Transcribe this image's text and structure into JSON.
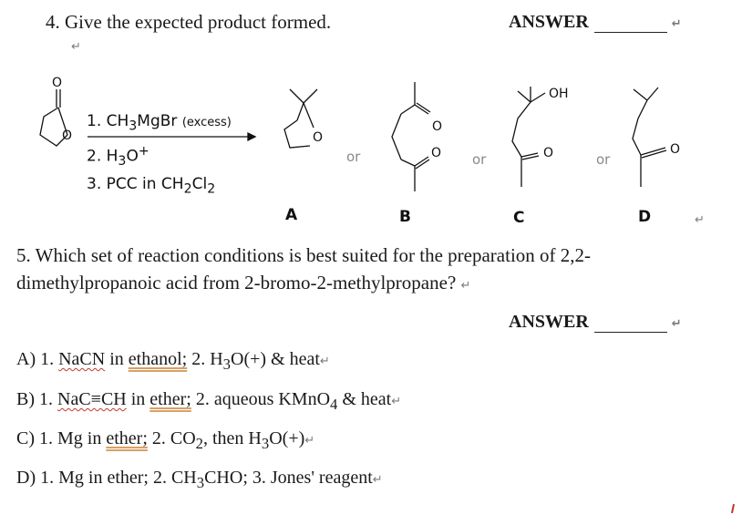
{
  "q4": {
    "question": "4. Give the expected product formed.",
    "answer_label": "ANSWER",
    "reagents": {
      "step1_prefix": "1. CH",
      "step1_sub1": "3",
      "step1_mid": "MgBr ",
      "step1_note": "(excess)",
      "step2_prefix": "2. H",
      "step2_sub": "3",
      "step2_mid": "O",
      "step2_sup": "+",
      "step3_prefix": "3. PCC in CH",
      "step3_sub1": "2",
      "step3_mid": "Cl",
      "step3_sub2": "2"
    },
    "or_text": "or",
    "choice_labels": [
      "A",
      "B",
      "C",
      "D"
    ],
    "atom_O": "O",
    "atom_OH": "OH"
  },
  "q5": {
    "question_line1": "5. Which set of reaction conditions is best suited for the preparation of 2,2-",
    "question_line2": "dimethylpropanoic acid from 2-bromo-2-methylpropane?",
    "answer_label": "ANSWER",
    "options": {
      "A": {
        "p1": "A) 1. ",
        "u1": "NaCN",
        "p2": " in ",
        "u2": "ethanol;",
        "p3": "  2. H",
        "s1": "3",
        "p4": "O(+) & heat"
      },
      "B": {
        "p1": "B) 1. ",
        "u1": "NaC≡CH",
        "p2": " in ",
        "u2": "ether;",
        "p3": "  2. aqueous KMnO",
        "s1": "4",
        "p4": " & heat"
      },
      "C": {
        "p1": "C) 1. Mg in ",
        "u1": "ether;",
        "p2": "  2. CO",
        "s1": "2",
        "p3": ", then H",
        "s2": "3",
        "p4": "O(+)"
      },
      "D": {
        "p1": "D) 1. Mg in ether;   2. CH",
        "s1": "3",
        "p2": "CHO;   3. Jones' reagent"
      }
    }
  },
  "return_mark": "↵"
}
